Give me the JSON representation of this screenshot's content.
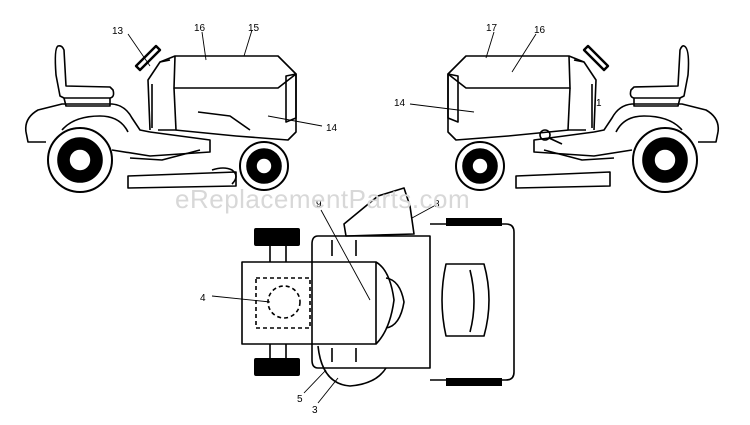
{
  "watermark": "eReplacementParts.com",
  "callouts": {
    "c13": "13",
    "c16a": "16",
    "c15": "15",
    "c14a": "14",
    "c17": "17",
    "c16b": "16",
    "c14b": "14",
    "c1": "1",
    "c9": "9",
    "c8": "8",
    "c4": "4",
    "c5": "5",
    "c3": "3"
  }
}
